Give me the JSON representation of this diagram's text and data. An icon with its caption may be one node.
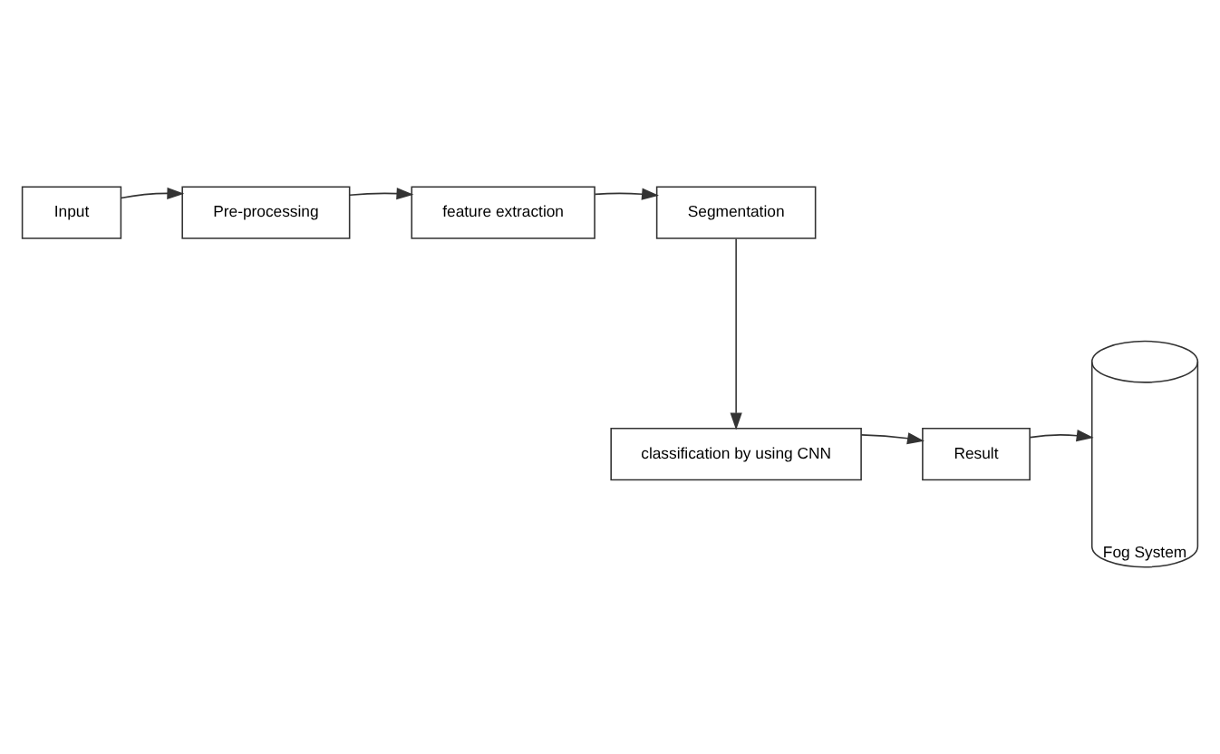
{
  "diagram": {
    "nodes": [
      {
        "text": [
          "Input"
        ]
      },
      {
        "text": [
          "Pre-processing"
        ]
      },
      {
        "text": [
          "feature extraction"
        ]
      },
      {
        "text": [
          "Segmentation"
        ]
      },
      {
        "text": [
          "classification by using CNN"
        ]
      },
      {
        "text": [
          "Result"
        ]
      },
      {
        "text": [
          "Fog System"
        ]
      }
    ],
    "edges": [
      {
        "from": 0,
        "to": 1,
        "arrow": "to"
      },
      {
        "from": 1,
        "to": 2,
        "arrow": "to"
      },
      {
        "from": 2,
        "to": 3,
        "arrow": "to"
      },
      {
        "from": 3,
        "to": 4,
        "arrow": "to"
      },
      {
        "from": 4,
        "to": 5,
        "arrow": "to"
      },
      {
        "from": 5,
        "to": 6,
        "arrow": "to"
      }
    ]
  }
}
